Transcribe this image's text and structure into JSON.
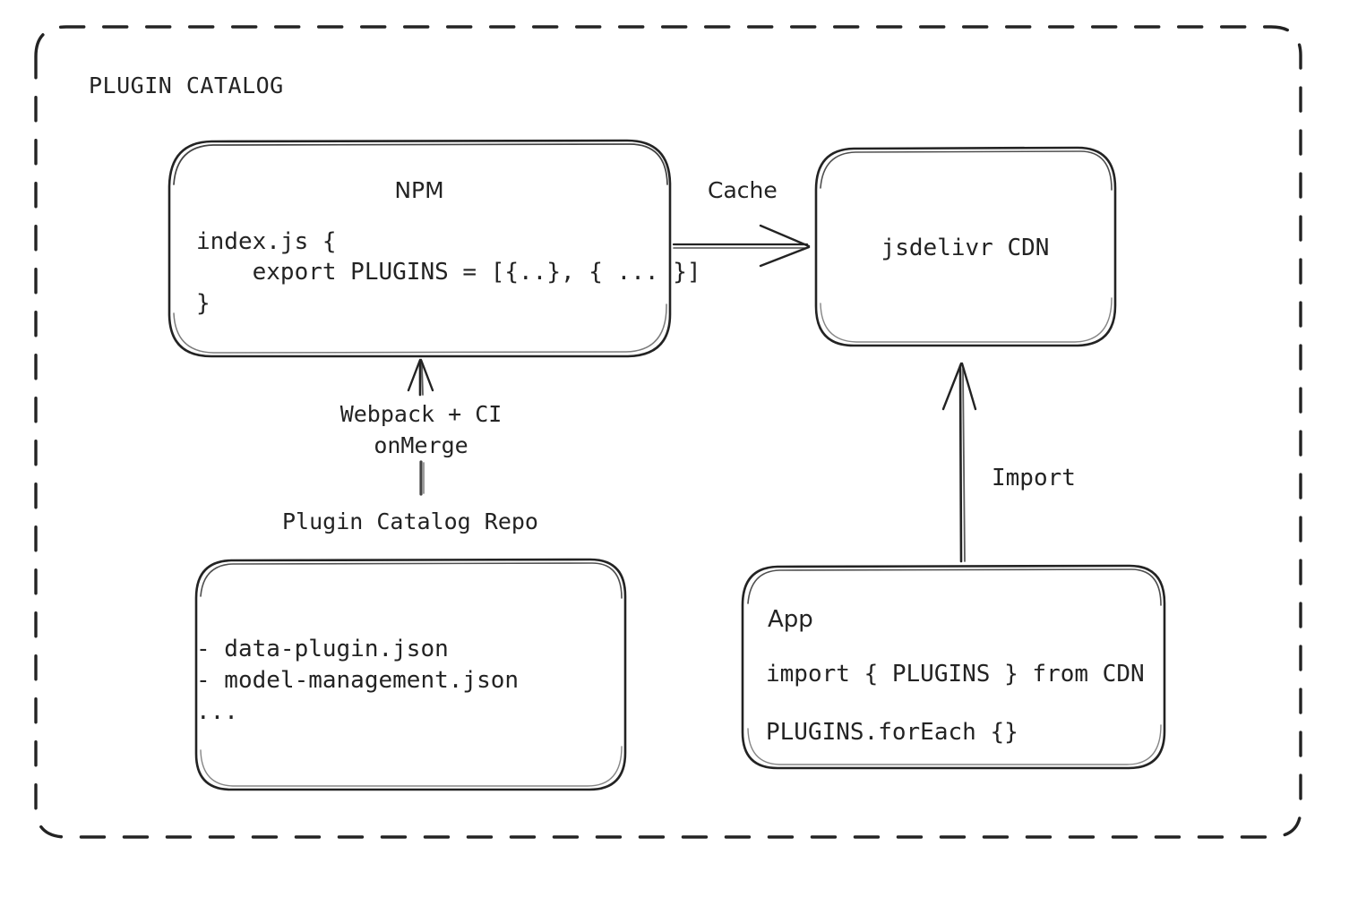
{
  "diagram": {
    "title": "PLUGIN CATALOG",
    "background": "#ffffff",
    "stroke_color": "#232323",
    "boundary_style": "dashed-rounded-rectangle"
  },
  "nodes": {
    "npm": {
      "title": "NPM",
      "code": "index.js {\n    export PLUGINS = [{..}, { ... }]\n}"
    },
    "cdn": {
      "title": "jsdelivr CDN"
    },
    "repo": {
      "label": "Plugin Catalog Repo",
      "files": "- data-plugin.json\n- model-management.json\n..."
    },
    "app": {
      "title": "App",
      "line1": "import { PLUGINS } from CDN",
      "line2": "PLUGINS.forEach {}"
    }
  },
  "edges": {
    "cache": {
      "label": "Cache",
      "from": "npm",
      "to": "cdn",
      "direction": "right"
    },
    "build": {
      "label": "Webpack + CI\nonMerge",
      "from": "repo",
      "to": "npm",
      "direction": "up"
    },
    "import": {
      "label": "Import",
      "from": "app",
      "to": "cdn",
      "direction": "up"
    }
  }
}
